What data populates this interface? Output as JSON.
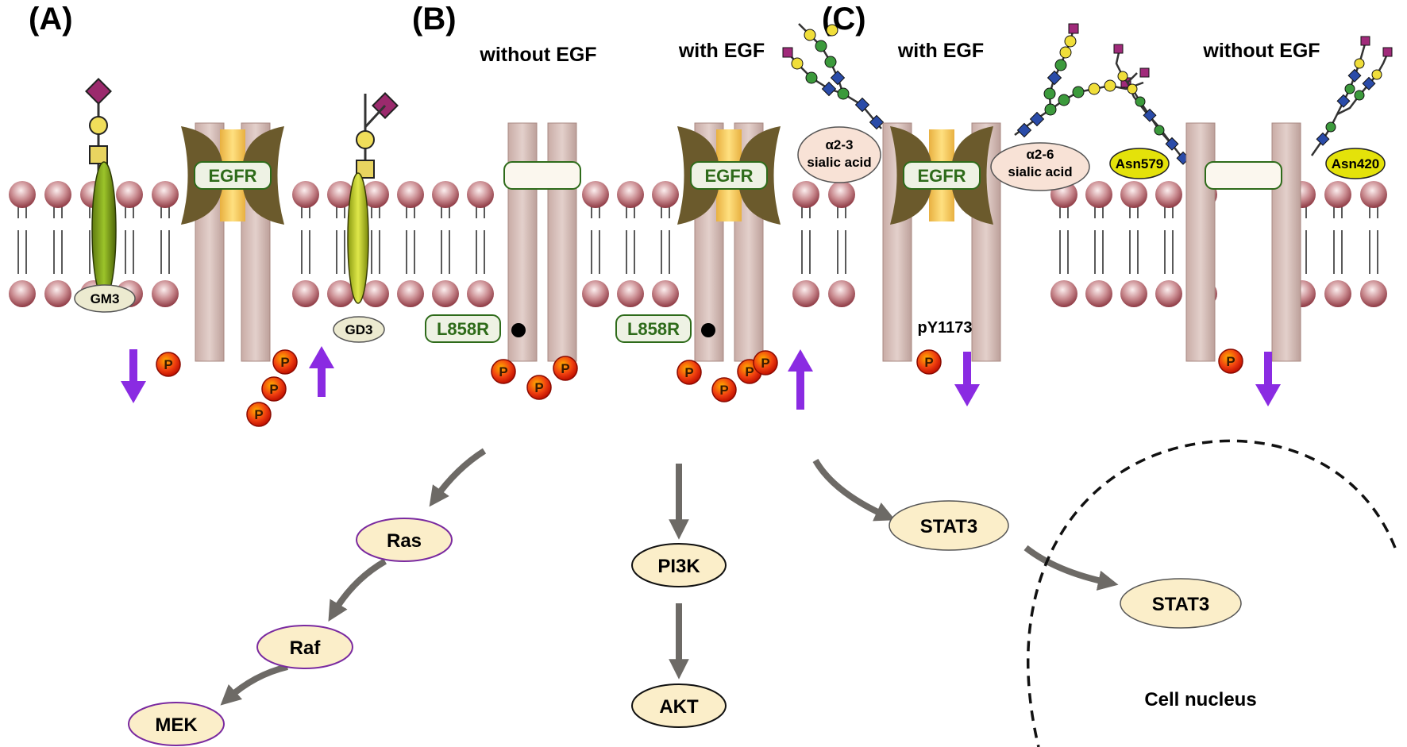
{
  "panels": {
    "a": "(A)",
    "b": "(B)",
    "c": "(C)"
  },
  "conditions": {
    "b_left": "without EGF",
    "b_right": "with EGF",
    "c_left": "with EGF",
    "c_right": "without EGF"
  },
  "labels": {
    "egfr": "EGFR",
    "gm3": "GM3",
    "gd3": "GD3",
    "l858r": "L858R",
    "pY1173": "pY1173",
    "phospho": "P",
    "alpha23_line1": "α2-3",
    "alpha23_line2": "sialic acid",
    "alpha26_line1": "α2-6",
    "alpha26_line2": "sialic acid",
    "asn579": "Asn579",
    "asn420": "Asn420",
    "cell_nucleus": "Cell nucleus"
  },
  "pathways": {
    "mapk": [
      "Ras",
      "Raf",
      "MEK"
    ],
    "pi3k": [
      "PI3K",
      "AKT"
    ],
    "stat3_cyto": "STAT3",
    "stat3_nuc": "STAT3"
  },
  "colors": {
    "arrow_purple": "#8a2be2",
    "lipid_head": "#a8575f",
    "receptor": "#d9c3bd",
    "egfr_dark": "#6b5a2c",
    "egfr_orange": "#f0a830",
    "label_green": "#2e6b1a",
    "phospho_red": "#e02000",
    "node_fill": "#fbeec9"
  }
}
